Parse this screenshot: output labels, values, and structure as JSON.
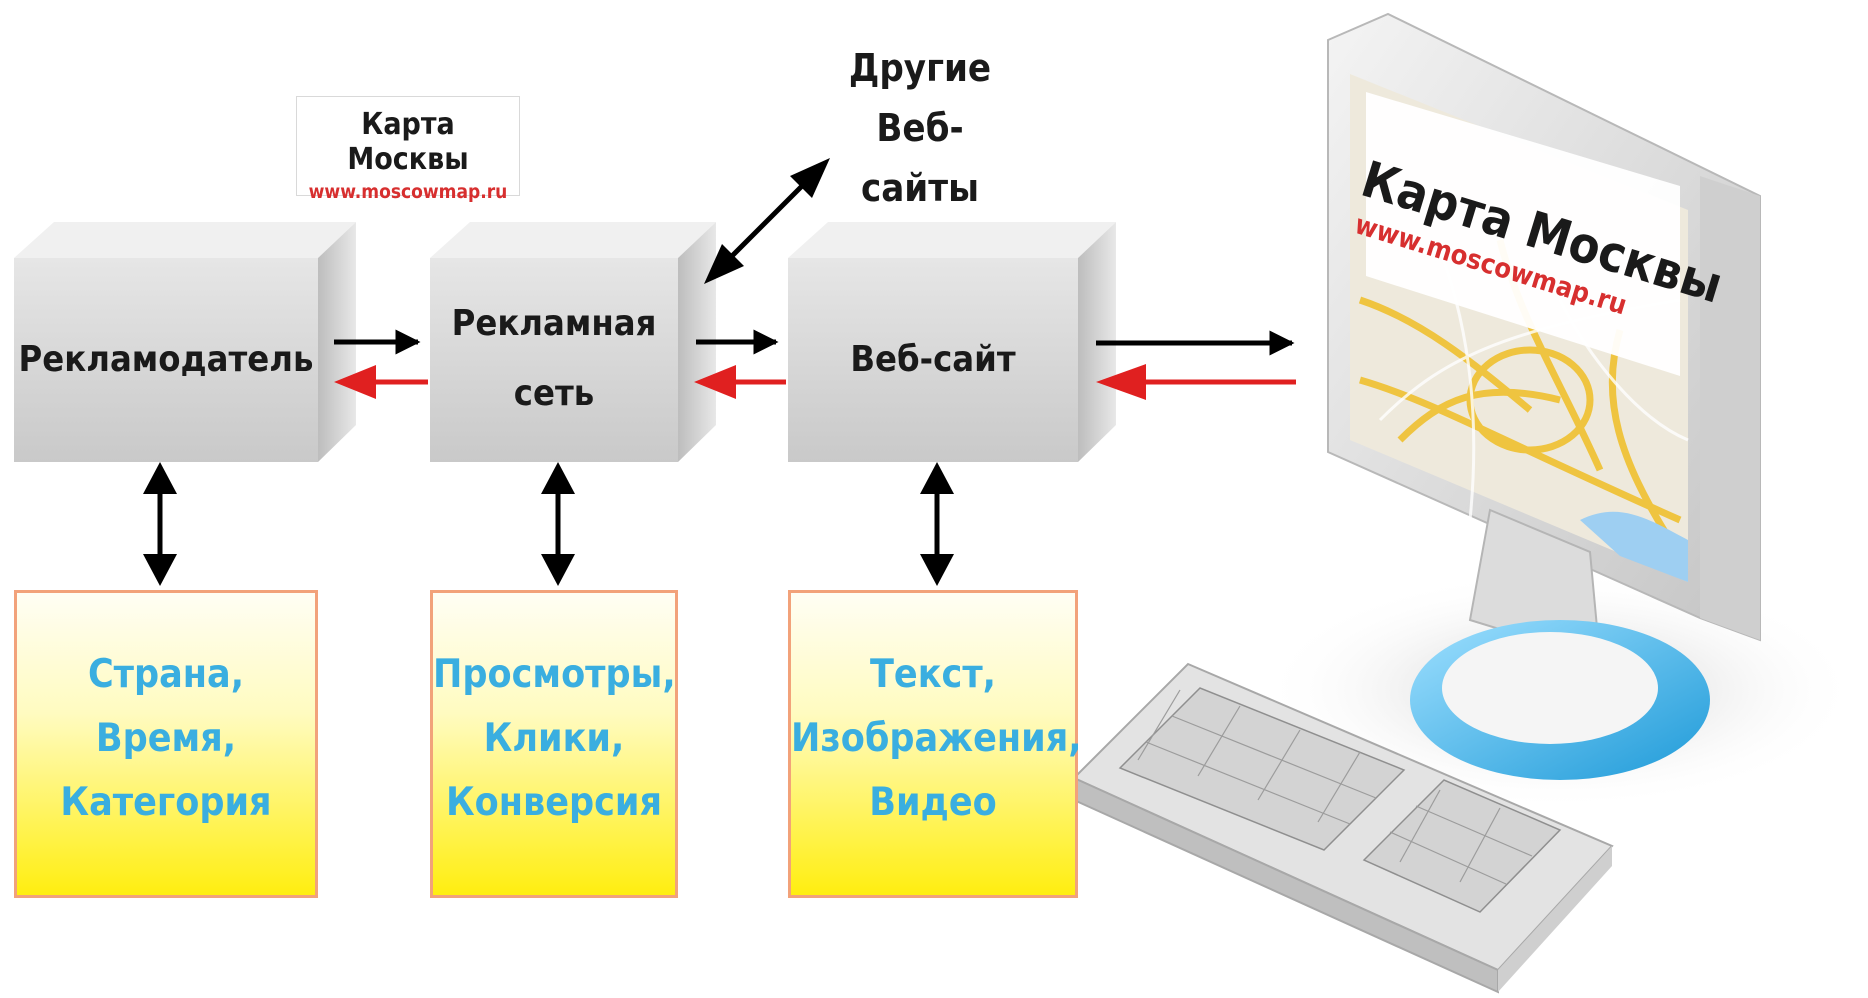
{
  "nodes": {
    "advertiser": "Рекламодатель",
    "ad_network": {
      "line1": "Рекламная",
      "line2": "сеть"
    },
    "website": "Веб-сайт"
  },
  "other_sites": {
    "line1": "Другие",
    "line2": "Веб-сайты"
  },
  "logo": {
    "title": "Карта Москвы",
    "url": "www.moscowmap.ru"
  },
  "boxes": [
    {
      "lines": [
        "Страна,",
        "Время,",
        "Категория"
      ]
    },
    {
      "lines": [
        "Просмотры,",
        "Клики,",
        "Конверсия"
      ]
    },
    {
      "lines": [
        "Текст,",
        "Изображения,",
        "Видео"
      ]
    }
  ],
  "screen": {
    "title": "Карта Москвы",
    "url": "www.moscowmap.ru"
  },
  "colors": {
    "cube_front": "#d9d9d9",
    "box_border": "#f2a27a",
    "box_text": "#3aaee0",
    "request_arrow": "#000000",
    "response_arrow": "#e02020",
    "url_text": "#d72f2f"
  }
}
